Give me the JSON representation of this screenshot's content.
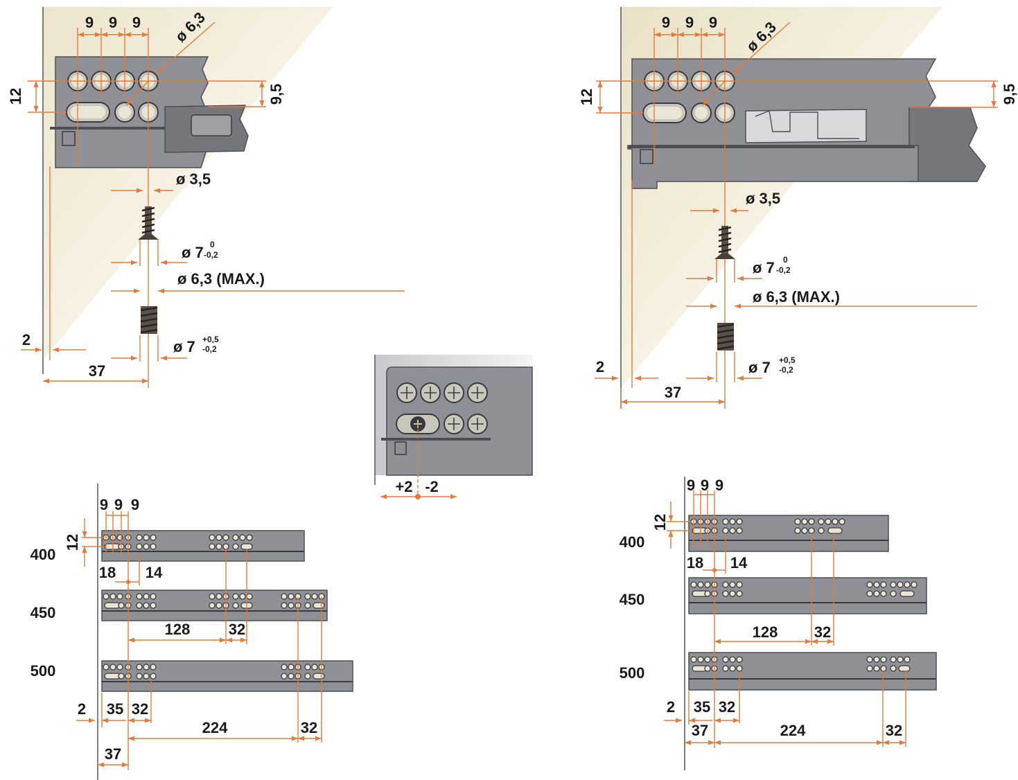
{
  "colors": {
    "dimension": "#e37a3c",
    "rail": "#8f9096",
    "wall_shade": "#efe9d6",
    "text": "#1a1a1a"
  },
  "left_detail": {
    "pitch_1": "9",
    "pitch_2": "9",
    "pitch_3": "9",
    "hole_dia": "ø 6,3",
    "vertical_12": "12",
    "vertical_95": "9,5",
    "screw_dia": "ø 3,5",
    "dowel_dia_main": "ø 7",
    "dowel_tol_sup": "0",
    "dowel_tol_sub": "-0,2",
    "max_dia": "ø 6,3 (MAX.)",
    "dowel2_dia_main": "ø 7",
    "dowel2_tol_sup": "+0,5",
    "dowel2_tol_sub": "-0,2",
    "offset_2": "2",
    "depth_37": "37"
  },
  "right_detail": {
    "pitch_1": "9",
    "pitch_2": "9",
    "pitch_3": "9",
    "hole_dia": "ø 6,3",
    "vertical_12": "12",
    "vertical_95": "9,5",
    "screw_dia": "ø 3,5",
    "dowel_dia_main": "ø 7",
    "dowel_tol_sup": "0",
    "dowel_tol_sub": "-0,2",
    "max_dia": "ø 6,3 (MAX.)",
    "dowel2_dia_main": "ø 7",
    "dowel2_tol_sup": "+0,5",
    "dowel2_tol_sub": "-0,2",
    "offset_2": "2",
    "depth_37": "37"
  },
  "adjust_detail": {
    "plus": "+2",
    "minus": "-2"
  },
  "left_layout": {
    "pitch_1": "9",
    "pitch_2": "9",
    "pitch_3": "9",
    "vertical_12": "12",
    "len_400": "400",
    "len_450": "450",
    "len_500": "500",
    "d18": "18",
    "d14": "14",
    "d128": "128",
    "d32a": "32",
    "d2": "2",
    "d35": "35",
    "d32b": "32",
    "d224": "224",
    "d32c": "32",
    "d37": "37"
  },
  "right_layout": {
    "pitch_1": "9",
    "pitch_2": "9",
    "pitch_3": "9",
    "vertical_12": "12",
    "len_400": "400",
    "len_450": "450",
    "len_500": "500",
    "d18": "18",
    "d14": "14",
    "d128": "128",
    "d32a": "32",
    "d2": "2",
    "d35": "35",
    "d32b": "32",
    "d224": "224",
    "d32c": "32",
    "d37": "37"
  }
}
